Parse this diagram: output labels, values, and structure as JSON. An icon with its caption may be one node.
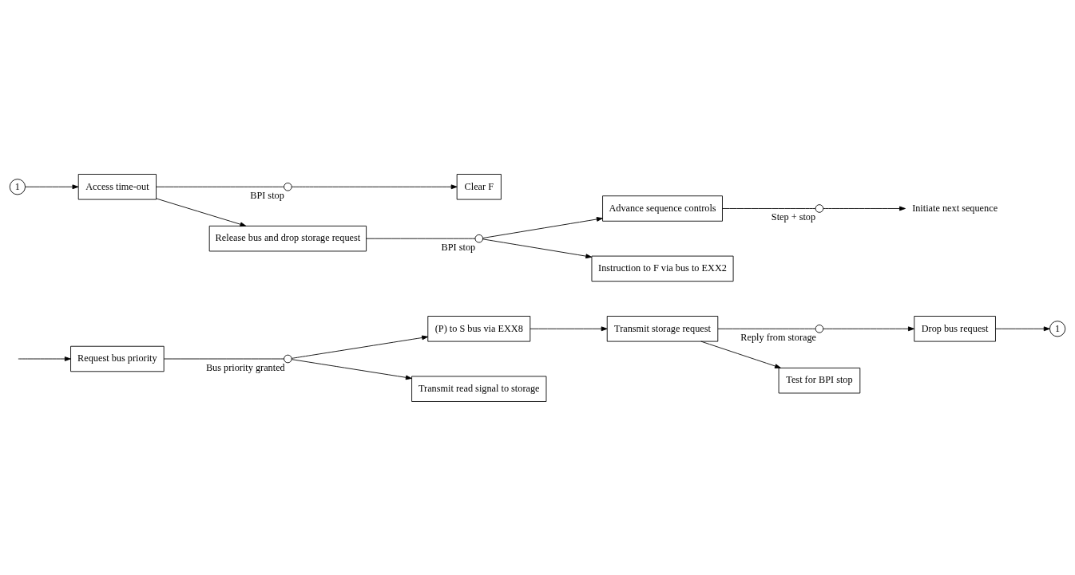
{
  "diagram": {
    "nodes": [
      {
        "text": [
          "Request bus priority"
        ]
      },
      {
        "text": [],
        "shape": "circle",
        "beside": [
          "Bus priority granted"
        ]
      },
      {
        "text": [
          "(P) to S bus via EXX8"
        ]
      },
      {
        "text": [
          "Transmit read signal to storage"
        ]
      },
      {
        "text": [
          "Transmit storage request"
        ]
      },
      {
        "text": [],
        "shape": "circle",
        "beside": [
          "Reply from storage"
        ]
      },
      {
        "text": [
          "Drop bus request"
        ]
      },
      {
        "text": [
          "Test for BPI stop"
        ]
      },
      {
        "text": [
          "1"
        ]
      },
      {
        "text": [
          "1"
        ]
      },
      {
        "text": [
          "Access time-out"
        ]
      },
      {
        "text": [],
        "shape": "circle",
        "beside": [
          "BPI stop"
        ]
      },
      {
        "text": [
          "Release bus and drop storage request"
        ]
      },
      {
        "text": [
          "Clear F"
        ]
      },
      {
        "text": [],
        "shape": "circle",
        "beside": [
          "BPI stop"
        ]
      },
      {
        "text": [
          "Advance sequence controls"
        ]
      },
      {
        "text": [
          "Instruction to F via bus to EXX2"
        ]
      },
      {
        "text": [],
        "shape": "circle",
        "beside": [
          "Step + stop"
        ]
      },
      {
        "text": [
          "Initiate next sequence"
        ]
      }
    ],
    "edges": [
      {
        "from": null,
        "to": 0,
        "arrow": "to"
      },
      {
        "from": 0,
        "to": 1,
        "arrow": "none"
      },
      {
        "from": 1,
        "to": 2,
        "arrow": "to"
      },
      {
        "from": 1,
        "to": 3,
        "arrow": "to"
      },
      {
        "from": 2,
        "to": 4,
        "arrow": "to"
      },
      {
        "from": 4,
        "to": 5,
        "arrow": "none"
      },
      {
        "from": 5,
        "to": 6,
        "arrow": "to"
      },
      {
        "from": 4,
        "to": 7,
        "arrow": "to"
      },
      {
        "from": 6,
        "to": 8,
        "arrow": "to"
      },
      {
        "from": 9,
        "to": 10,
        "arrow": "to"
      },
      {
        "from": 10,
        "to": 12,
        "arrow": "to"
      },
      {
        "from": 10,
        "to": 11,
        "arrow": "none"
      },
      {
        "from": 11,
        "to": 13,
        "arrow": "to"
      },
      {
        "from": 12,
        "to": 14,
        "arrow": "none"
      },
      {
        "from": 14,
        "to": 15,
        "arrow": "to"
      },
      {
        "from": 14,
        "to": 16,
        "arrow": "to"
      },
      {
        "from": 15,
        "to": 17,
        "arrow": "none"
      },
      {
        "from": 17,
        "to": 18,
        "arrow": "to"
      }
    ]
  }
}
